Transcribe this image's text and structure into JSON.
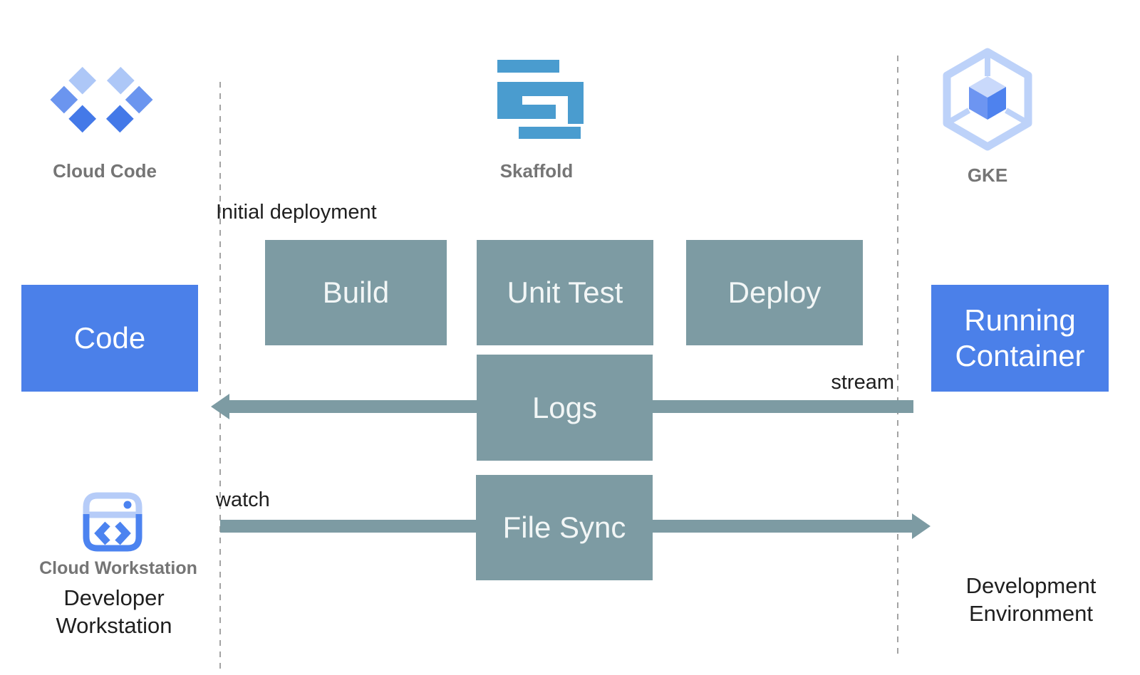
{
  "colors": {
    "background": "#ffffff",
    "process_box": "#7d9ba3",
    "blue_box": "#4b80e9",
    "arrow": "#7d9ba3",
    "divider_dash": "#a3a3a3",
    "logo_label_gray": "#757575",
    "annotation_black": "#1f1f1f",
    "skaffold_blue": "#4a9ccf",
    "cloud_code_light": "#adc7f7",
    "cloud_code_mid": "#6b95ef",
    "cloud_code_dark": "#4479e8",
    "gke_outline": "#bdd2f9",
    "gke_cube_top": "#c9d9fb",
    "gke_cube_left": "#6d95f1",
    "gke_cube_right": "#4e82ee",
    "workstation_light": "#b6ccf8",
    "workstation_accent": "#4c83f0"
  },
  "logos": {
    "cloud_code": {
      "label": "Cloud Code",
      "icon": "cloud-code-diamonds-icon"
    },
    "skaffold": {
      "label": "Skaffold",
      "icon": "skaffold-s-icon"
    },
    "gke": {
      "label": "GKE",
      "icon": "gke-hexagon-cube-icon"
    },
    "cloud_workstation": {
      "label": "Cloud Workstation",
      "icon": "cloud-workstation-window-icon"
    }
  },
  "nodes": {
    "code": {
      "label": "Code"
    },
    "build": {
      "label": "Build"
    },
    "unit_test": {
      "label": "Unit Test"
    },
    "deploy": {
      "label": "Deploy"
    },
    "logs": {
      "label": "Logs"
    },
    "file_sync": {
      "label": "File Sync"
    },
    "running_container": {
      "label": "Running Container"
    }
  },
  "annotations": {
    "initial_deployment": "Initial deployment",
    "watch": "watch",
    "stream": "stream",
    "developer_workstation": "Developer Workstation",
    "development_environment": "Development Environment"
  }
}
